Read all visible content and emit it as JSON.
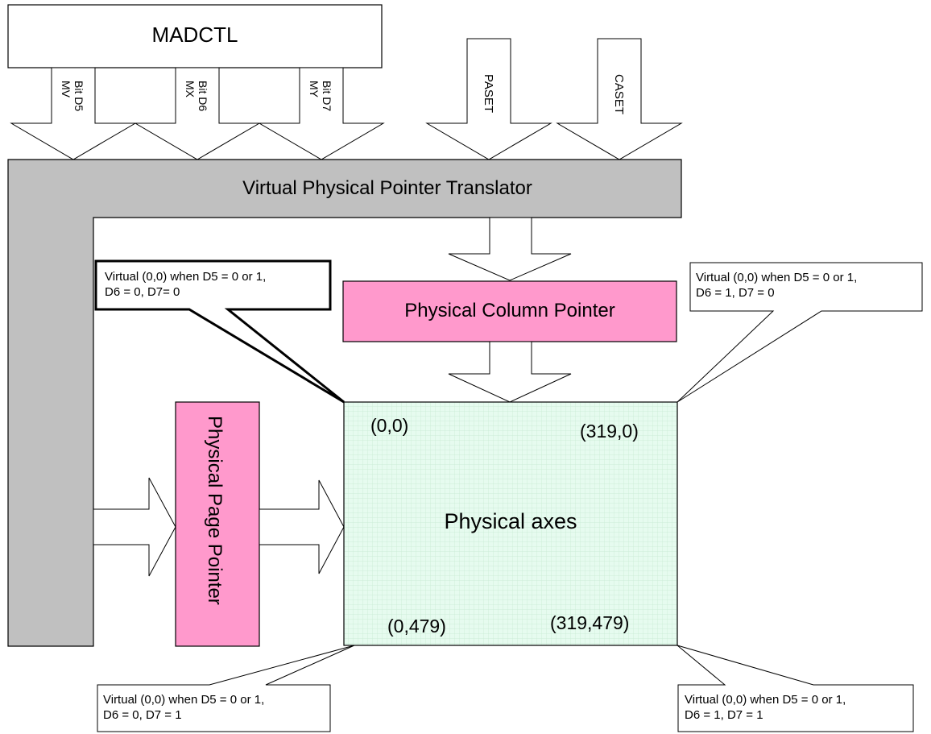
{
  "madctl": {
    "label": "MADCTL"
  },
  "madctl_bits": [
    {
      "bit": "Bit D5",
      "name": "MV"
    },
    {
      "bit": "Bit D6",
      "name": "MX"
    },
    {
      "bit": "Bit D7",
      "name": "MY"
    }
  ],
  "paset": {
    "label": "PASET"
  },
  "caset": {
    "label": "CASET"
  },
  "translator": {
    "label": "Virtual Physical Pointer Translator"
  },
  "column_pointer": {
    "label": "Physical Column Pointer"
  },
  "page_pointer": {
    "label": "Physical Page Pointer"
  },
  "axes": {
    "label": "Physical axes",
    "top_left": "(0,0)",
    "top_right": "(319,0)",
    "bottom_left": "(0,479)",
    "bottom_right": "(319,479)"
  },
  "callouts": {
    "top_left": {
      "line1": "Virtual (0,0) when D5 = 0 or 1,",
      "line2": "D6 = 0, D7= 0"
    },
    "top_right": {
      "line1": "Virtual (0,0) when D5 = 0 or 1,",
      "line2": "D6 = 1, D7 = 0"
    },
    "bottom_left": {
      "line1": "Virtual (0,0) when D5 = 0 or 1,",
      "line2": "D6 = 0, D7 = 1"
    },
    "bottom_right": {
      "line1": "Virtual (0,0) when D5 = 0 or 1,",
      "line2": "D6 = 1, D7 = 1"
    }
  },
  "colors": {
    "translator_fill": "#c0c0c0",
    "pointer_fill": "#ff99cc",
    "axes_fill": "#e6fbef",
    "axes_grid": "#c6ead2"
  }
}
